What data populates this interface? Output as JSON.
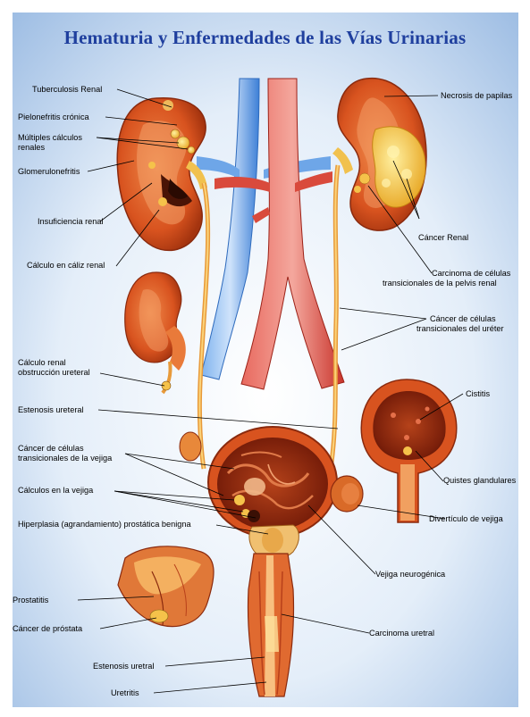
{
  "title": "Hematuria y Enfermedades de las Vías Urinarias",
  "labels": {
    "tuberculosis": "Tuberculosis Renal",
    "pielonefritis": "Pielonefritis crónica",
    "multiples_1": "Múltiples cálculos",
    "multiples_2": "renales",
    "glomerulonefritis": "Glomerulonefritis",
    "insuficiencia": "Insuficiencia renal",
    "calculo_caliz": "Cálculo en cáliz renal",
    "calculo_obst_1": "Cálculo renal",
    "calculo_obst_2": "obstrucción ureteral",
    "estenosis_ureteral": "Estenosis ureteral",
    "cancer_vejiga_1": "Cáncer de células",
    "cancer_vejiga_2": "transicionales de la vejiga",
    "calculos_vejiga": "Cálculos en la vejiga",
    "hiperplasia": "Hiperplasia (agrandamiento) prostática benigna",
    "prostatitis": "Prostatitis",
    "cancer_prostata": "Cáncer de próstata",
    "estenosis_uretral": "Estenosis uretral",
    "uretritis": "Uretritis",
    "necrosis": "Necrosis de papilas",
    "cancer_renal": "Cáncer Renal",
    "carcinoma_pelvis_1": "Carcinoma de células",
    "carcinoma_pelvis_2": "transicionales de la pelvis renal",
    "cancer_ureter_1": "Cáncer de células",
    "cancer_ureter_2": "transicionales del uréter",
    "cistitis": "Cistitis",
    "quistes": "Quistes glandulares",
    "diverticulo": "Divertículo de vejiga",
    "vejiga_neuro": "Vejiga neurogénica",
    "carcinoma_uretral": "Carcinoma uretral"
  },
  "colors": {
    "title": "#1f3f9e",
    "background_light": "#ffffff",
    "background_blue": "#a9c4e6",
    "tissue": "#d8531f",
    "tissue_dark": "#8a2a0e",
    "vessel_red": "#c8332a",
    "vessel_blue": "#3d7fd6",
    "tumor_yellow": "#f3c235"
  }
}
